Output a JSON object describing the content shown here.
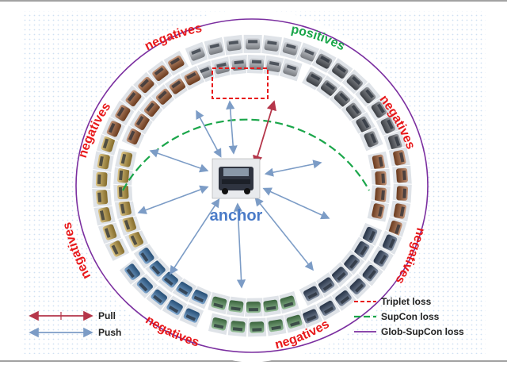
{
  "labels": {
    "anchor": "anchor",
    "positives": "positives",
    "negatives": "negatives"
  },
  "legend": {
    "pull": "Pull",
    "push": "Push",
    "triplet": "Triplet loss",
    "supcon": "SupCon loss",
    "glob_supcon": "Glob-SupCon loss"
  },
  "colors": {
    "negatives_text": "#e8191b",
    "positives_text": "#1aa64a",
    "anchor_text": "#4a7bc8",
    "glob_ring": "#7b2fa0",
    "supcon_ring": "#1aa64a",
    "triplet_box": "#e8191b",
    "pull_arrow": "#b5364a",
    "push_arrow": "#7c9cc6",
    "dot_grid": "#cfe0f2",
    "frame_line": "#444444"
  },
  "clusters": [
    {
      "name": "orange",
      "color": "#a35a2e"
    },
    {
      "name": "white",
      "color": "#b7bcc4"
    },
    {
      "name": "gray",
      "color": "#5b6068"
    },
    {
      "name": "dark",
      "color": "#3d4450"
    },
    {
      "name": "navy",
      "color": "#3c4f6d"
    },
    {
      "name": "green",
      "color": "#5a9a5e"
    },
    {
      "name": "blue",
      "color": "#3a78b5"
    },
    {
      "name": "yellow",
      "color": "#caa542"
    }
  ]
}
